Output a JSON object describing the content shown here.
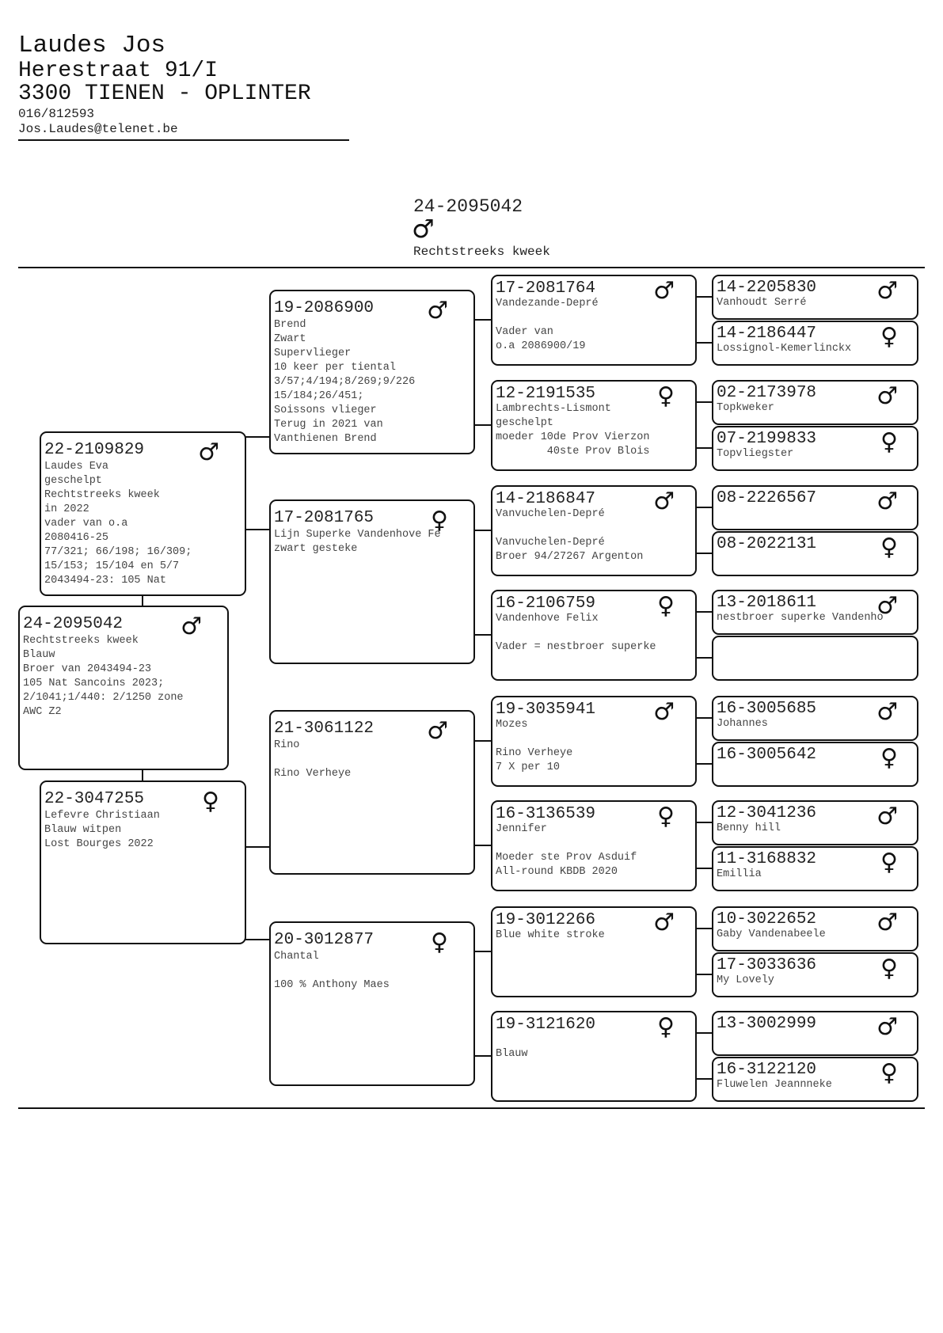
{
  "owner": {
    "name": "Laudes Jos",
    "street": "Herestraat 91/I",
    "city": "3300 TIENEN - OPLINTER",
    "phone": "016/812593",
    "email": "Jos.Laudes@telenet.be"
  },
  "subject_header": {
    "ring": "24-2095042",
    "sex": "male",
    "note": "Rechtstreeks kweek"
  },
  "sex_symbols": {
    "male": "♂",
    "female": "♀"
  },
  "birds": {
    "subject": {
      "ring": "24-2095042",
      "sex": "male",
      "lines": [
        "Rechtstreeks kweek",
        "Blauw",
        "Broer van 2043494-23",
        "105 Nat Sancoins 2023;",
        "2/1041;1/440: 2/1250 zone",
        "AWC Z2"
      ]
    },
    "father": {
      "ring": "22-2109829",
      "sex": "male",
      "lines": [
        "Laudes Eva",
        "geschelpt",
        "Rechtstreeks kweek",
        "in 2022",
        "vader van o.a",
        "2080416-25",
        "77/321; 66/198; 16/309;",
        "15/153; 15/104 en 5/7",
        "2043494-23: 105 Nat"
      ]
    },
    "mother": {
      "ring": "22-3047255",
      "sex": "female",
      "lines": [
        "Lefevre Christiaan",
        "Blauw witpen",
        "Lost Bourges 2022"
      ]
    },
    "ff": {
      "ring": "19-2086900",
      "sex": "male",
      "lines": [
        "Brend",
        "Zwart",
        "Supervlieger",
        "10 keer per tiental",
        "3/57;4/194;8/269;9/226",
        "15/184;26/451;",
        "Soissons vlieger",
        "Terug in 2021 van",
        "Vanthienen Brend"
      ]
    },
    "fm": {
      "ring": "17-2081765",
      "sex": "female",
      "lines": [
        "Lijn Superke Vandenhove Fe",
        "zwart gesteke"
      ]
    },
    "mf": {
      "ring": "21-3061122",
      "sex": "male",
      "lines": [
        "Rino",
        "",
        "Rino Verheye"
      ]
    },
    "mm": {
      "ring": "20-3012877",
      "sex": "female",
      "lines": [
        "Chantal",
        "",
        "100 % Anthony Maes"
      ]
    },
    "fff": {
      "ring": "17-2081764",
      "sex": "male",
      "lines": [
        "Vandezande-Depré",
        "",
        "Vader van",
        "o.a 2086900/19"
      ]
    },
    "ffm": {
      "ring": "12-2191535",
      "sex": "female",
      "lines": [
        "Lambrechts-Lismont",
        "geschelpt",
        "moeder 10de Prov Vierzon",
        "        40ste Prov Blois"
      ]
    },
    "fmf": {
      "ring": "14-2186847",
      "sex": "male",
      "lines": [
        "Vanvuchelen-Depré",
        "",
        "Vanvuchelen-Depré",
        "Broer 94/27267 Argenton"
      ]
    },
    "fmm": {
      "ring": "16-2106759",
      "sex": "female",
      "lines": [
        "Vandenhove Felix",
        "",
        "Vader = nestbroer superke"
      ]
    },
    "mff": {
      "ring": "19-3035941",
      "sex": "male",
      "lines": [
        "Mozes",
        "",
        "Rino Verheye",
        "7 X per 10"
      ]
    },
    "mfm": {
      "ring": "16-3136539",
      "sex": "female",
      "lines": [
        "Jennifer",
        "",
        "Moeder ste Prov Asduif",
        "All-round KBDB 2020"
      ]
    },
    "mmf": {
      "ring": "19-3012266",
      "sex": "male",
      "lines": [
        "Blue white stroke"
      ]
    },
    "mmm": {
      "ring": "19-3121620",
      "sex": "female",
      "lines": [
        "",
        "Blauw"
      ]
    },
    "ffff": {
      "ring": "14-2205830",
      "sex": "male",
      "lines": [
        "Vanhoudt Serré"
      ]
    },
    "fffm": {
      "ring": "14-2186447",
      "sex": "female",
      "lines": [
        "Lossignol-Kemerlinckx"
      ]
    },
    "ffmf": {
      "ring": "02-2173978",
      "sex": "male",
      "lines": [
        "Topkweker"
      ]
    },
    "ffmm": {
      "ring": "07-2199833",
      "sex": "female",
      "lines": [
        "Topvliegster"
      ]
    },
    "fmff": {
      "ring": "08-2226567",
      "sex": "male",
      "lines": []
    },
    "fmfm": {
      "ring": "08-2022131",
      "sex": "female",
      "lines": []
    },
    "fmmf": {
      "ring": "13-2018611",
      "sex": "male",
      "lines": [
        "nestbroer superke Vandenho"
      ]
    },
    "fmmm": {
      "ring": "",
      "sex": "",
      "lines": []
    },
    "mfff": {
      "ring": "16-3005685",
      "sex": "male",
      "lines": [
        "Johannes"
      ]
    },
    "mffm": {
      "ring": "16-3005642",
      "sex": "female",
      "lines": []
    },
    "mfmf": {
      "ring": "12-3041236",
      "sex": "male",
      "lines": [
        "Benny hill"
      ]
    },
    "mfmm": {
      "ring": "11-3168832",
      "sex": "female",
      "lines": [
        "Emillia"
      ]
    },
    "mmff": {
      "ring": "10-3022652",
      "sex": "male",
      "lines": [
        "Gaby Vandenabeele"
      ]
    },
    "mmfm": {
      "ring": "17-3033636",
      "sex": "female",
      "lines": [
        "My Lovely"
      ]
    },
    "mmmf": {
      "ring": "13-3002999",
      "sex": "male",
      "lines": []
    },
    "mmmm": {
      "ring": "16-3122120",
      "sex": "female",
      "lines": [
        "Fluwelen Jeannneke"
      ]
    }
  }
}
